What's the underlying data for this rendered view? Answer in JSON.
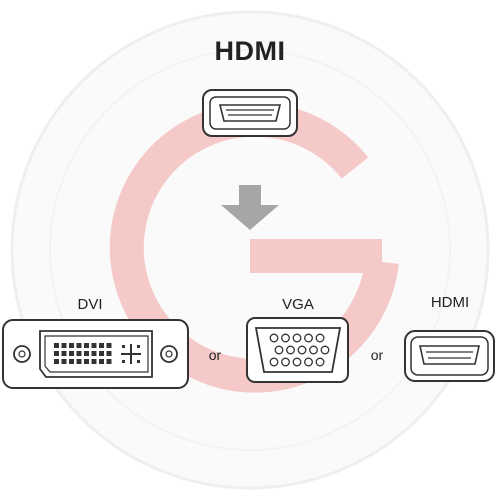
{
  "title": "HDMI",
  "labels": {
    "dvi": "DVI",
    "vga": "VGA",
    "hdmi": "HDMI",
    "or_1": "or",
    "or_2": "or"
  },
  "icons": {
    "source": "hdmi-port-icon",
    "arrow": "down-arrow-icon",
    "watermark": "power-logo-watermark"
  },
  "colors": {
    "watermark_red": "#f6c9c9",
    "arrow_gray": "#a6a6a6",
    "line": "#333333"
  }
}
